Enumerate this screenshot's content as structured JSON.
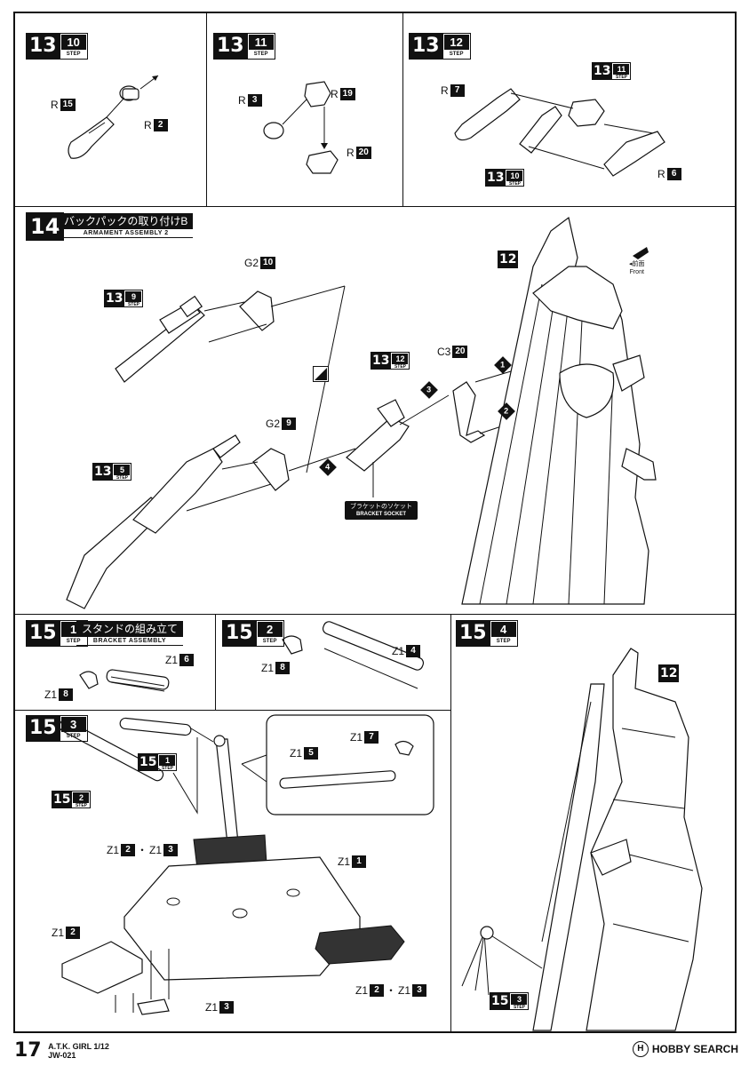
{
  "steps": {
    "s13_10": {
      "major": "13",
      "minor": "10",
      "step": "STEP"
    },
    "s13_11": {
      "major": "13",
      "minor": "11",
      "step": "STEP"
    },
    "s13_12": {
      "major": "13",
      "minor": "12",
      "step": "STEP"
    },
    "s14": {
      "major": "14",
      "title_jp": "バックパックの取り付けB",
      "title_en": "ARMAMENT ASSEMBLY 2"
    },
    "s15_1": {
      "major": "15",
      "minor": "1",
      "step": "STEP",
      "title_jp": "スタンドの組み立て",
      "title_en": "BRACKET ASSEMBLY"
    },
    "s15_2": {
      "major": "15",
      "minor": "2",
      "step": "STEP"
    },
    "s15_3": {
      "major": "15",
      "minor": "3",
      "step": "STEP"
    },
    "s15_4": {
      "major": "15",
      "minor": "4",
      "step": "STEP"
    }
  },
  "refs": {
    "r13_11": {
      "major": "13",
      "minor": "11",
      "step": "STEP"
    },
    "r13_10": {
      "major": "13",
      "minor": "10",
      "step": "STEP"
    },
    "r13_9": {
      "major": "13",
      "minor": "9",
      "step": "STEP"
    },
    "r13_12": {
      "major": "13",
      "minor": "12",
      "step": "STEP"
    },
    "r13_5": {
      "major": "13",
      "minor": "5",
      "step": "STEP"
    },
    "r15_1": {
      "major": "15",
      "minor": "1",
      "step": "STEP"
    },
    "r15_2": {
      "major": "15",
      "minor": "2",
      "step": "STEP"
    },
    "r15_3": {
      "major": "15",
      "minor": "3",
      "step": "STEP"
    },
    "r12a": {
      "major": "12"
    },
    "r12b": {
      "major": "12"
    }
  },
  "parts": {
    "r15": {
      "letter": "R",
      "num": "15"
    },
    "r2": {
      "letter": "R",
      "num": "2"
    },
    "r3": {
      "letter": "R",
      "num": "3"
    },
    "r19": {
      "letter": "R",
      "num": "19"
    },
    "r20": {
      "letter": "R",
      "num": "20"
    },
    "r7": {
      "letter": "R",
      "num": "7"
    },
    "r6": {
      "letter": "R",
      "num": "6"
    },
    "g2_10": {
      "letter": "G2",
      "num": "10"
    },
    "g2_9": {
      "letter": "G2",
      "num": "9"
    },
    "c3_20": {
      "letter": "C3",
      "num": "20"
    },
    "z1_6": {
      "letter": "Z1",
      "num": "6"
    },
    "z1_8a": {
      "letter": "Z1",
      "num": "8"
    },
    "z1_4": {
      "letter": "Z1",
      "num": "4"
    },
    "z1_8b": {
      "letter": "Z1",
      "num": "8"
    },
    "z1_7": {
      "letter": "Z1",
      "num": "7"
    },
    "z1_5": {
      "letter": "Z1",
      "num": "5"
    },
    "z1_2a_pre": "Z1",
    "z1_2a_num": "2",
    "z1_3a_pre": "Z1",
    "z1_3a_num": "3",
    "z1_1": {
      "letter": "Z1",
      "num": "1"
    },
    "z1_2b": {
      "letter": "Z1",
      "num": "2"
    },
    "z1_2c_pre": "Z1",
    "z1_2c_num": "2",
    "z1_3c_pre": "Z1",
    "z1_3c_num": "3",
    "z1_3d": {
      "letter": "Z1",
      "num": "3"
    },
    "dot": "・"
  },
  "callouts": {
    "c1": "1",
    "c2": "2",
    "c3": "3",
    "c4": "4"
  },
  "socket": {
    "jp": "ブラケットのソケット",
    "en": "BRACKET SOCKET"
  },
  "front": {
    "jp": "◂前面",
    "en": "Front"
  },
  "footer": {
    "page": "17",
    "line1": "A.T.K. GIRL 1/12",
    "line2": "JW-021",
    "brand": "HOBBY SEARCH",
    "brand_icon": "H"
  }
}
